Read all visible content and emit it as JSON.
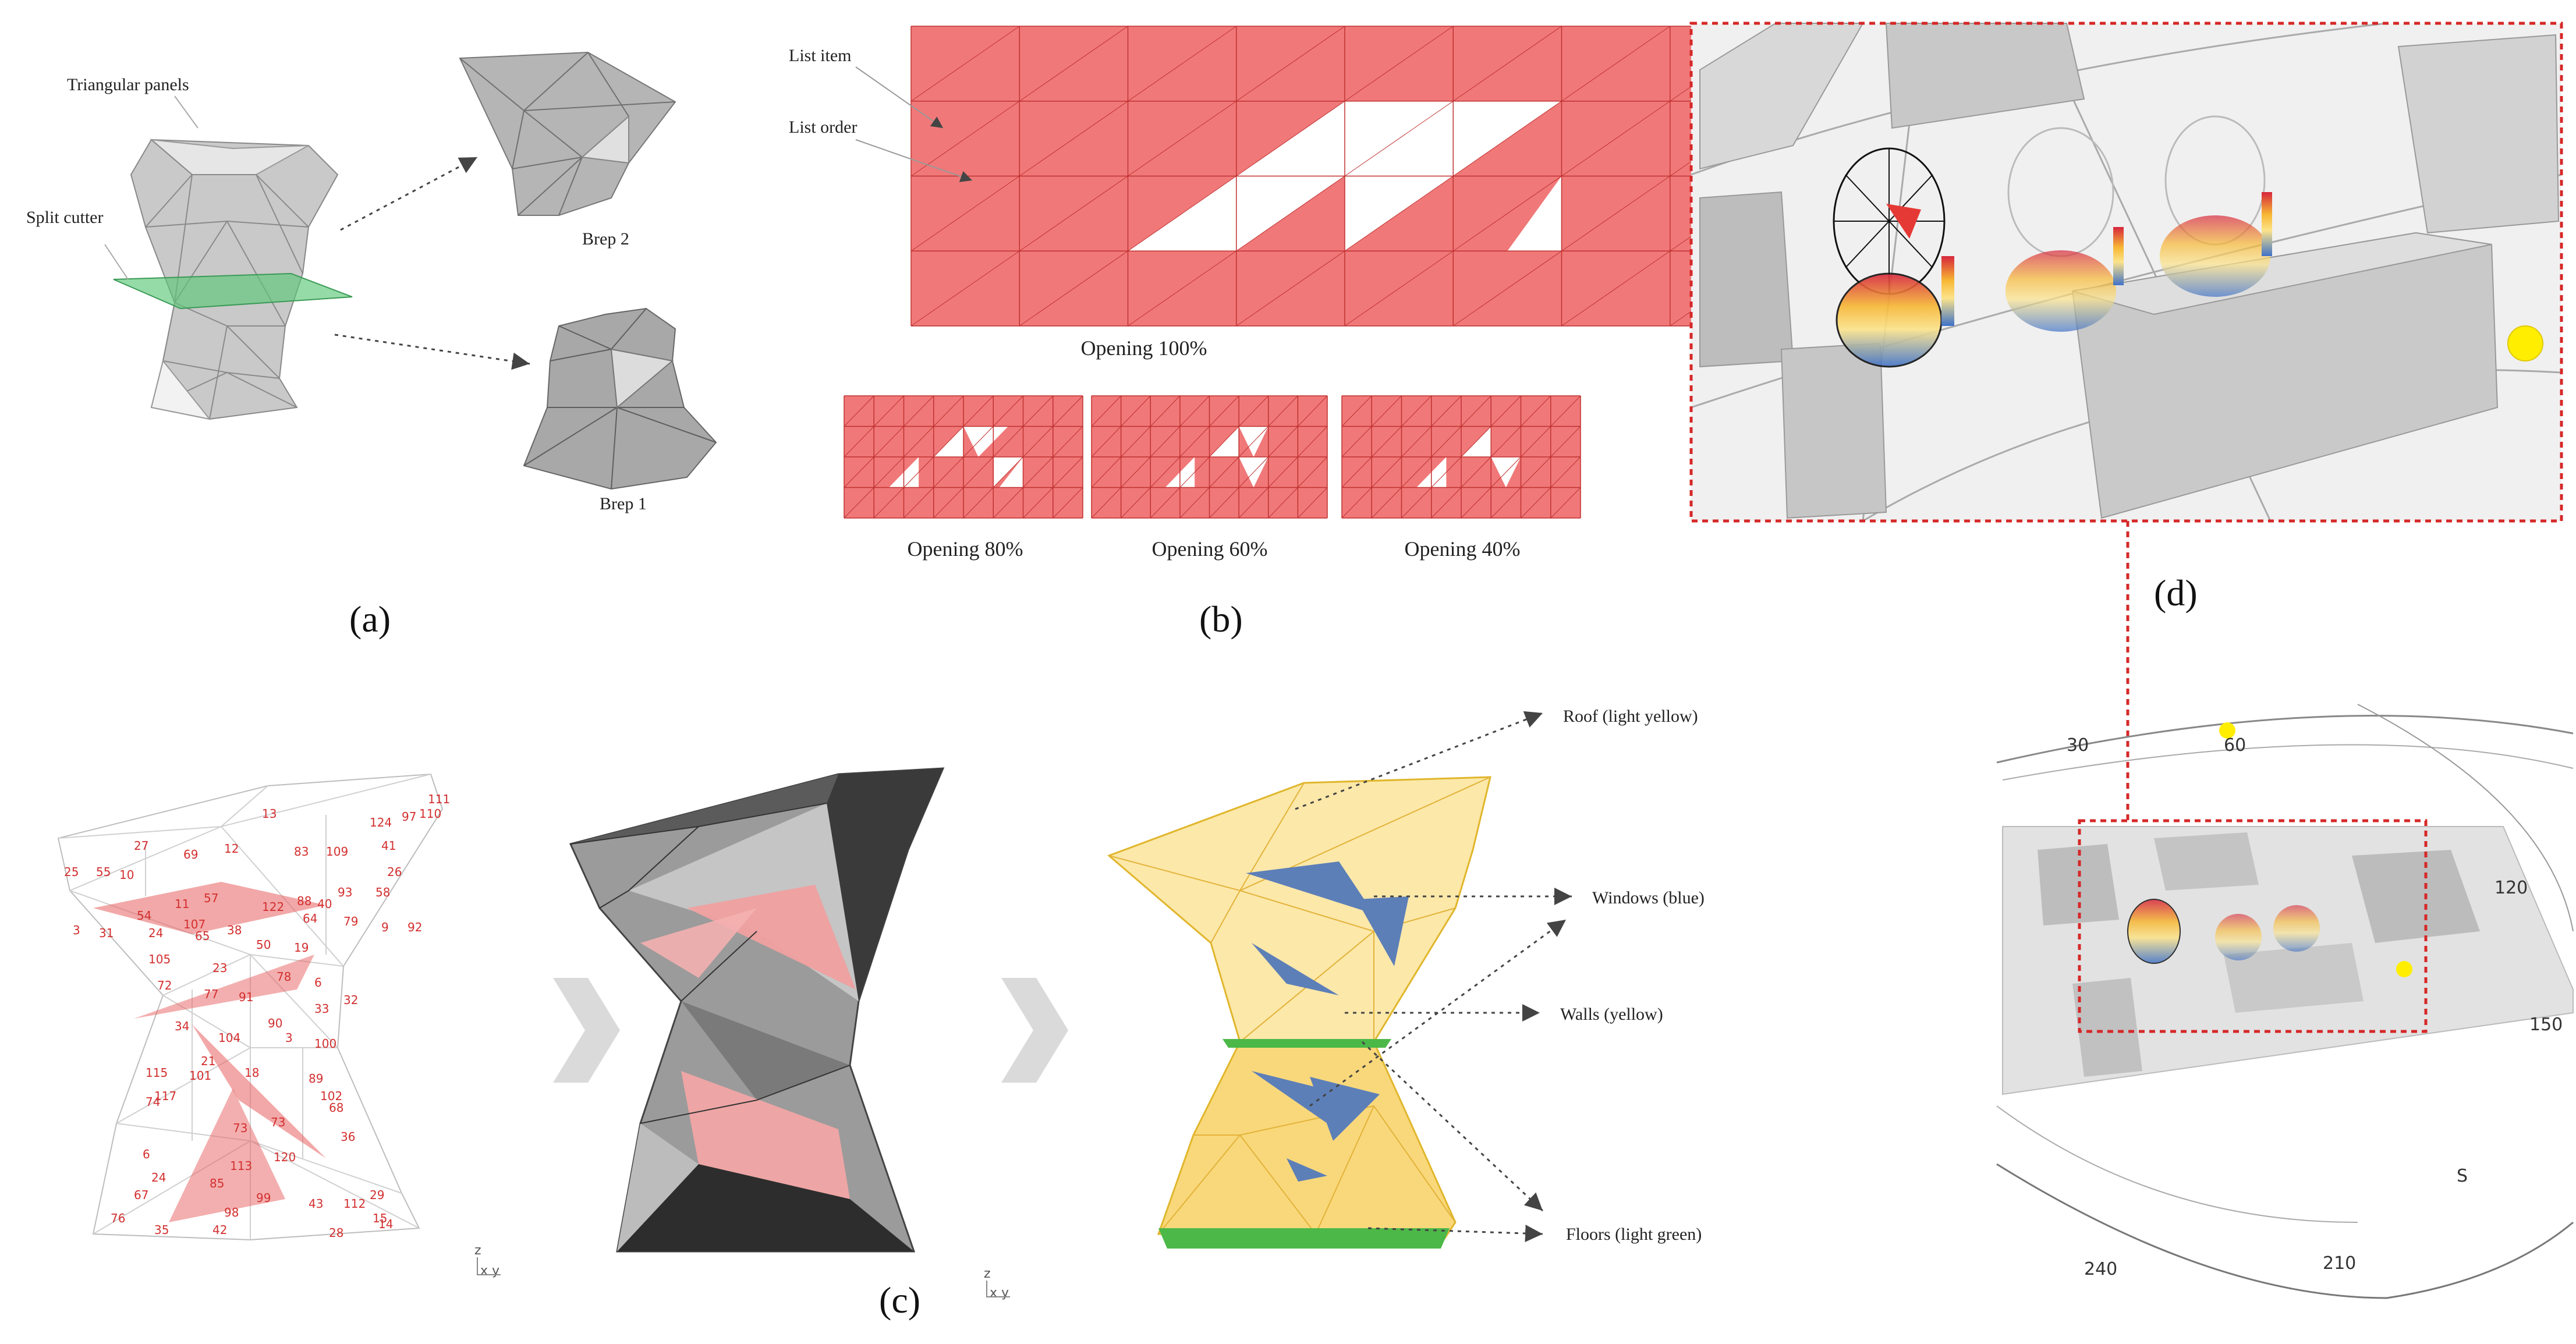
{
  "panel_a": {
    "caption": "(a)",
    "label_panels": "Triangular panels",
    "label_cutter": "Split cutter",
    "label_brep2": "Brep 2",
    "label_brep1": "Brep 1"
  },
  "panel_b": {
    "caption": "(b)",
    "label_item": "List item",
    "label_order": "List order",
    "opening_100": "Opening 100%",
    "opening_80": "Opening 80%",
    "opening_60": "Opening 60%",
    "opening_40": "Opening 40%"
  },
  "panel_c": {
    "caption": "(c)",
    "roof": "Roof (light yellow)",
    "windows": "Windows (blue)",
    "walls": "Walls (yellow)",
    "floors": "Floors (light green)",
    "panel_numbers": [
      "13",
      "111",
      "27",
      "12",
      "124",
      "97",
      "110",
      "55",
      "69",
      "83",
      "109",
      "41",
      "26",
      "25",
      "10",
      "11",
      "122",
      "57",
      "40",
      "88",
      "58",
      "93",
      "54",
      "107",
      "38",
      "64",
      "79",
      "9",
      "92",
      "3",
      "31",
      "24",
      "65",
      "50",
      "19",
      "105",
      "23",
      "78",
      "6",
      "32",
      "72",
      "77",
      "91",
      "90",
      "33",
      "34",
      "104",
      "3",
      "100",
      "21",
      "18",
      "89",
      "102",
      "115",
      "101",
      "117",
      "74",
      "73",
      "73",
      "68",
      "36",
      "120",
      "113",
      "85",
      "6",
      "24",
      "67",
      "76",
      "35",
      "98",
      "99",
      "43",
      "112",
      "29",
      "15",
      "42",
      "28",
      "14"
    ],
    "axis_z": "z",
    "axis_xy": "x  y"
  },
  "panel_d": {
    "caption": "(d)",
    "compass": [
      "30",
      "60",
      "120",
      "150",
      "S",
      "210",
      "240"
    ]
  },
  "colors": {
    "red_fill": "#f07878",
    "window_blue": "#5d7fb8",
    "roof_yellow": "#fbe49a",
    "wall_yellow": "#f7c843",
    "floor_green": "#4cb848",
    "cutter_green": "#5cc878",
    "dashed_red": "#d62828"
  }
}
